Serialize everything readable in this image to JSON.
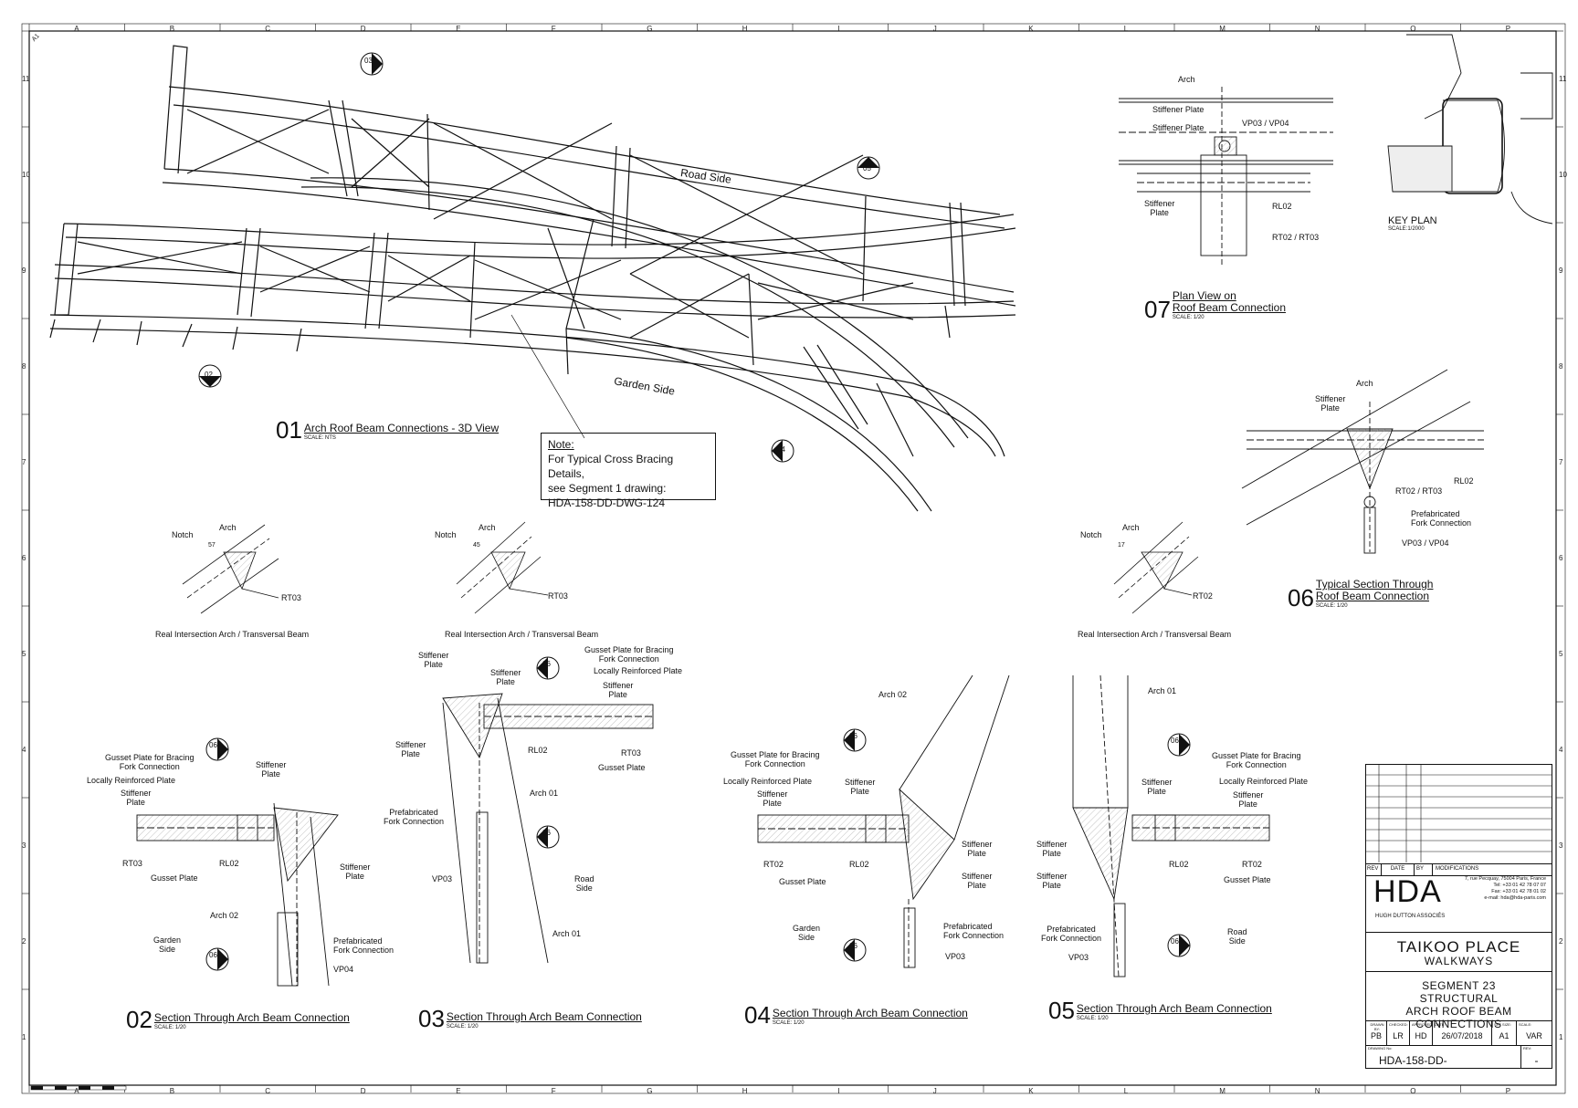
{
  "sheet": {
    "size_tag": "A1"
  },
  "grid": {
    "columns": [
      "A",
      "B",
      "C",
      "D",
      "E",
      "F",
      "G",
      "H",
      "I",
      "J",
      "K",
      "L",
      "M",
      "N",
      "O",
      "P"
    ],
    "rows": [
      "11",
      "10",
      "9",
      "8",
      "7",
      "6",
      "5",
      "4",
      "3",
      "2",
      "1"
    ]
  },
  "views": {
    "v01": {
      "number": "01",
      "title": "Arch Roof Beam Connections - 3D View",
      "scale": "SCALE: NTS"
    },
    "v02": {
      "number": "02",
      "title": "Section Through Arch Beam Connection",
      "scale": "SCALE: 1/20"
    },
    "v03": {
      "number": "03",
      "title": "Section Through Arch Beam Connection",
      "scale": "SCALE: 1/20"
    },
    "v04": {
      "number": "04",
      "title": "Section Through Arch Beam Connection",
      "scale": "SCALE: 1/20"
    },
    "v05": {
      "number": "05",
      "title": "Section Through Arch Beam Connection",
      "scale": "SCALE: 1/20"
    },
    "v06": {
      "number": "06",
      "title_line1": "Typical Section Through",
      "title_line2": "Roof Beam Connection",
      "scale": "SCALE: 1/20"
    },
    "v07": {
      "number": "07",
      "title_line1": "Plan View on",
      "title_line2": "Roof Beam Connection",
      "scale": "SCALE: 1/20"
    }
  },
  "note": {
    "heading": "Note:",
    "line1": "For Typical Cross Bracing Details,",
    "line2": "see Segment 1 drawing:",
    "line3": "HDA-158-DD-DWG-124"
  },
  "labels3d": {
    "road_side": "Road Side",
    "garden_side": "Garden Side"
  },
  "markers": {
    "m03": "03",
    "m05": "05",
    "m02": "02",
    "m04": "04",
    "m06": "06"
  },
  "intersection": {
    "a": {
      "notch": "Notch",
      "arch": "Arch",
      "dim": "57",
      "beam": "RT03",
      "caption": "Real Intersection Arch / Transversal Beam"
    },
    "b": {
      "notch": "Notch",
      "arch": "Arch",
      "dim": "45",
      "beam": "RT03",
      "caption": "Real Intersection Arch / Transversal Beam"
    },
    "c": {
      "notch": "Notch",
      "arch": "Arch",
      "dim": "17",
      "beam": "RT02",
      "caption": "Real Intersection Arch / Transversal Beam"
    }
  },
  "callouts": {
    "arch": "Arch",
    "arch01": "Arch 01",
    "arch02": "Arch 02",
    "stiffener": "Stiffener",
    "plate": "Plate",
    "gusset_bracing_1": "Gusset Plate for Bracing",
    "gusset_bracing_2": "Fork Connection",
    "locally_reinforced": "Locally Reinforced Plate",
    "gusset_plate": "Gusset Plate",
    "prefab_1": "Prefabricated",
    "prefab_2": "Fork Connection",
    "rt02": "RT02",
    "rt03": "RT03",
    "rl02": "RL02",
    "rt02_rt03": "RT02 / RT03",
    "vp03": "VP03",
    "vp04": "VP04",
    "vp03_vp04": "VP03 / VP04",
    "road": "Road",
    "garden": "Garden",
    "side": "Side",
    "stiffener_plate": "Stiffener Plate"
  },
  "keyplan": {
    "title": "KEY PLAN",
    "scale": "SCALE:1/2000"
  },
  "titleblock": {
    "rev": "REV",
    "date": "DATE",
    "by": "BY",
    "modifications": "MODIFICATIONS",
    "company": "HDA",
    "company_full": "HUGH DUTTON ASSOCIÉS",
    "address1": "7, rue Pecquay, 75004 Paris, France",
    "address2": "Tel: +33 01 42 78 07 07",
    "address3": "Fax: +33 01 42 78 01 02",
    "address4": "e-mail: hda@hda-paris.com",
    "project1": "TAIKOO PLACE",
    "project2": "WALKWAYS",
    "dwg1": "SEGMENT 23",
    "dwg2": "STRUCTURAL",
    "dwg3": "ARCH ROOF BEAM CONNECTIONS",
    "drawn_by_lbl": "DRAWN BY:",
    "drawn_by": "PB",
    "checked_lbl": "CHECKED:",
    "checked": "LR",
    "approved_lbl": "APPROVED:",
    "approved": "HD",
    "date_lbl": "DATE:",
    "date_val": "26/07/2018",
    "size_lbl": "SHT SIZE:",
    "size": "A1",
    "scale_lbl": "SCALE:",
    "scale": "VAR",
    "drawing_no_lbl": "DRAWING No:",
    "drawing_no": "HDA-158-DD-",
    "rev_lbl": "REV:",
    "rev_val": "-"
  }
}
